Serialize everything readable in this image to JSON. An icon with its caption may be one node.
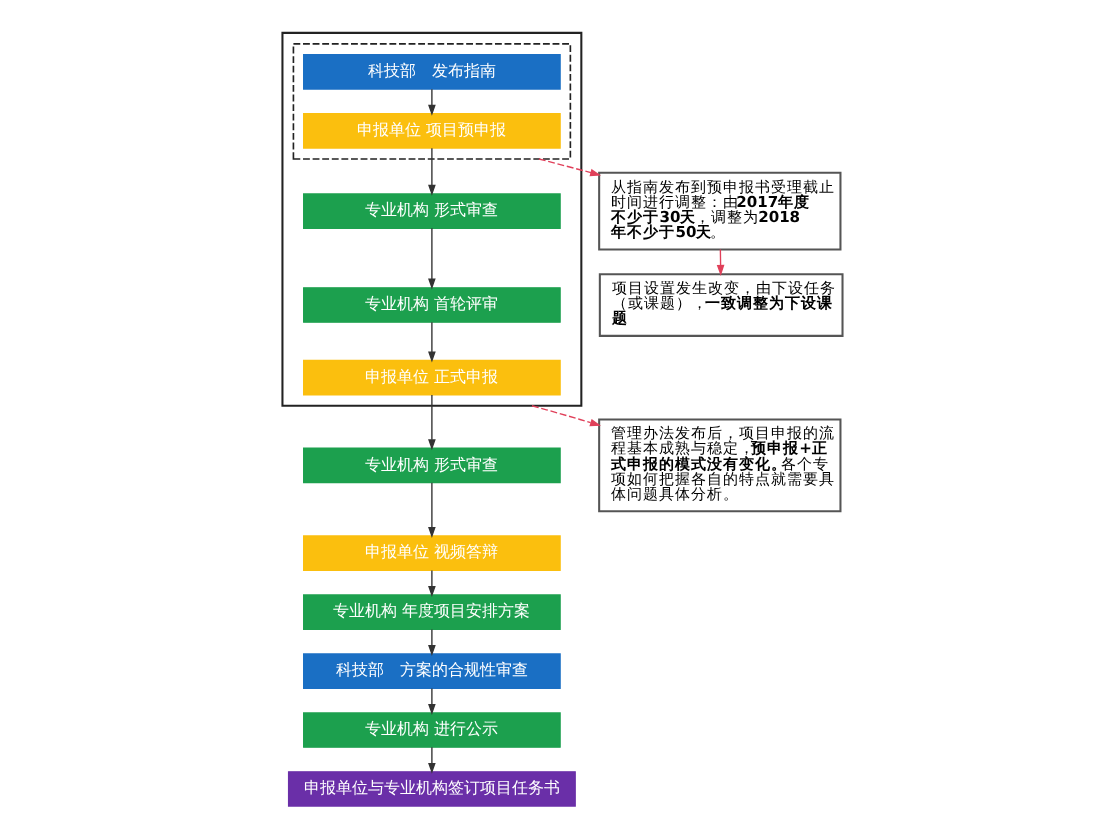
{
  "diagram": {
    "nodes": [
      {
        "text": [],
        "shape": "box"
      },
      {
        "text": [],
        "shape": "box",
        "in": 0
      },
      {
        "text": [
          "科技部　发布指南"
        ],
        "in": 1
      },
      {
        "text": [
          "申报单位 项目预申报"
        ],
        "in": 1
      },
      {
        "text": [
          "专业机构 形式审查"
        ],
        "in": 0
      },
      {
        "text": [
          "专业机构 首轮评审"
        ],
        "in": 0
      },
      {
        "text": [
          "申报单位 正式申报"
        ],
        "in": 0
      },
      {
        "text": [
          "专业机构 形式审查"
        ]
      },
      {
        "text": [
          "申报单位 视频答辩"
        ]
      },
      {
        "text": [
          "专业机构 年度项目安排方案"
        ]
      },
      {
        "text": [
          "科技部　方案的合规性审查"
        ]
      },
      {
        "text": [
          "专业机构 进行公示"
        ]
      },
      {
        "text": [
          "申报单位与专业机构签订项目任务书"
        ]
      },
      {
        "text": [
          "从指南发布到预申报书受理截止时间进行调整：由**2017年度不少于30天**，调整为**2018年不少于50天**。"
        ]
      },
      {
        "text": [
          "项目设置发生改变，由下设任务（或课题），**一致调整为下设课题**"
        ]
      },
      {
        "text": [
          "管理办法发布后，项目申报的流程基本成熟与稳定，**预申报+正式申报的模式没有变化。**各个专项如何把握各自的特点就需要具体问题具体分析。"
        ]
      }
    ],
    "edges": [
      {
        "from": 2,
        "to": 3,
        "arrow": "to"
      },
      {
        "from": 3,
        "to": 4,
        "arrow": "to"
      },
      {
        "from": 4,
        "to": 5,
        "arrow": "to"
      },
      {
        "from": 5,
        "to": 6,
        "arrow": "to"
      },
      {
        "from": 6,
        "to": 7,
        "arrow": "to"
      },
      {
        "from": 7,
        "to": 8,
        "arrow": "to"
      },
      {
        "from": 8,
        "to": 9,
        "arrow": "to"
      },
      {
        "from": 9,
        "to": 10,
        "arrow": "to"
      },
      {
        "from": 10,
        "to": 11,
        "arrow": "to"
      },
      {
        "from": 11,
        "to": 12,
        "arrow": "to"
      },
      {
        "from": 1,
        "to": 13,
        "arrow": "to",
        "style": "dashed",
        "color": "#e0405a"
      },
      {
        "from": 13,
        "to": 14,
        "arrow": "to",
        "color": "#e0405a"
      },
      {
        "from": 0,
        "to": 15,
        "arrow": "to",
        "style": "dashed",
        "color": "#e0405a"
      }
    ]
  }
}
